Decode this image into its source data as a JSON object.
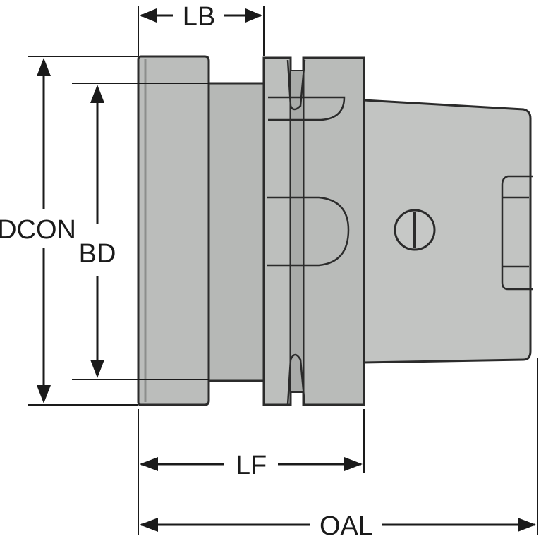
{
  "labels": {
    "lb": "LB",
    "dcon": "DCON",
    "bd": "BD",
    "lf": "LF",
    "oal": "OAL"
  },
  "colors": {
    "body_fill": "#b8bab8",
    "body_fill_light": "#c4c6c4",
    "outline": "#2b2b2b",
    "dimension": "#1a1a1a",
    "background": "#ffffff"
  }
}
